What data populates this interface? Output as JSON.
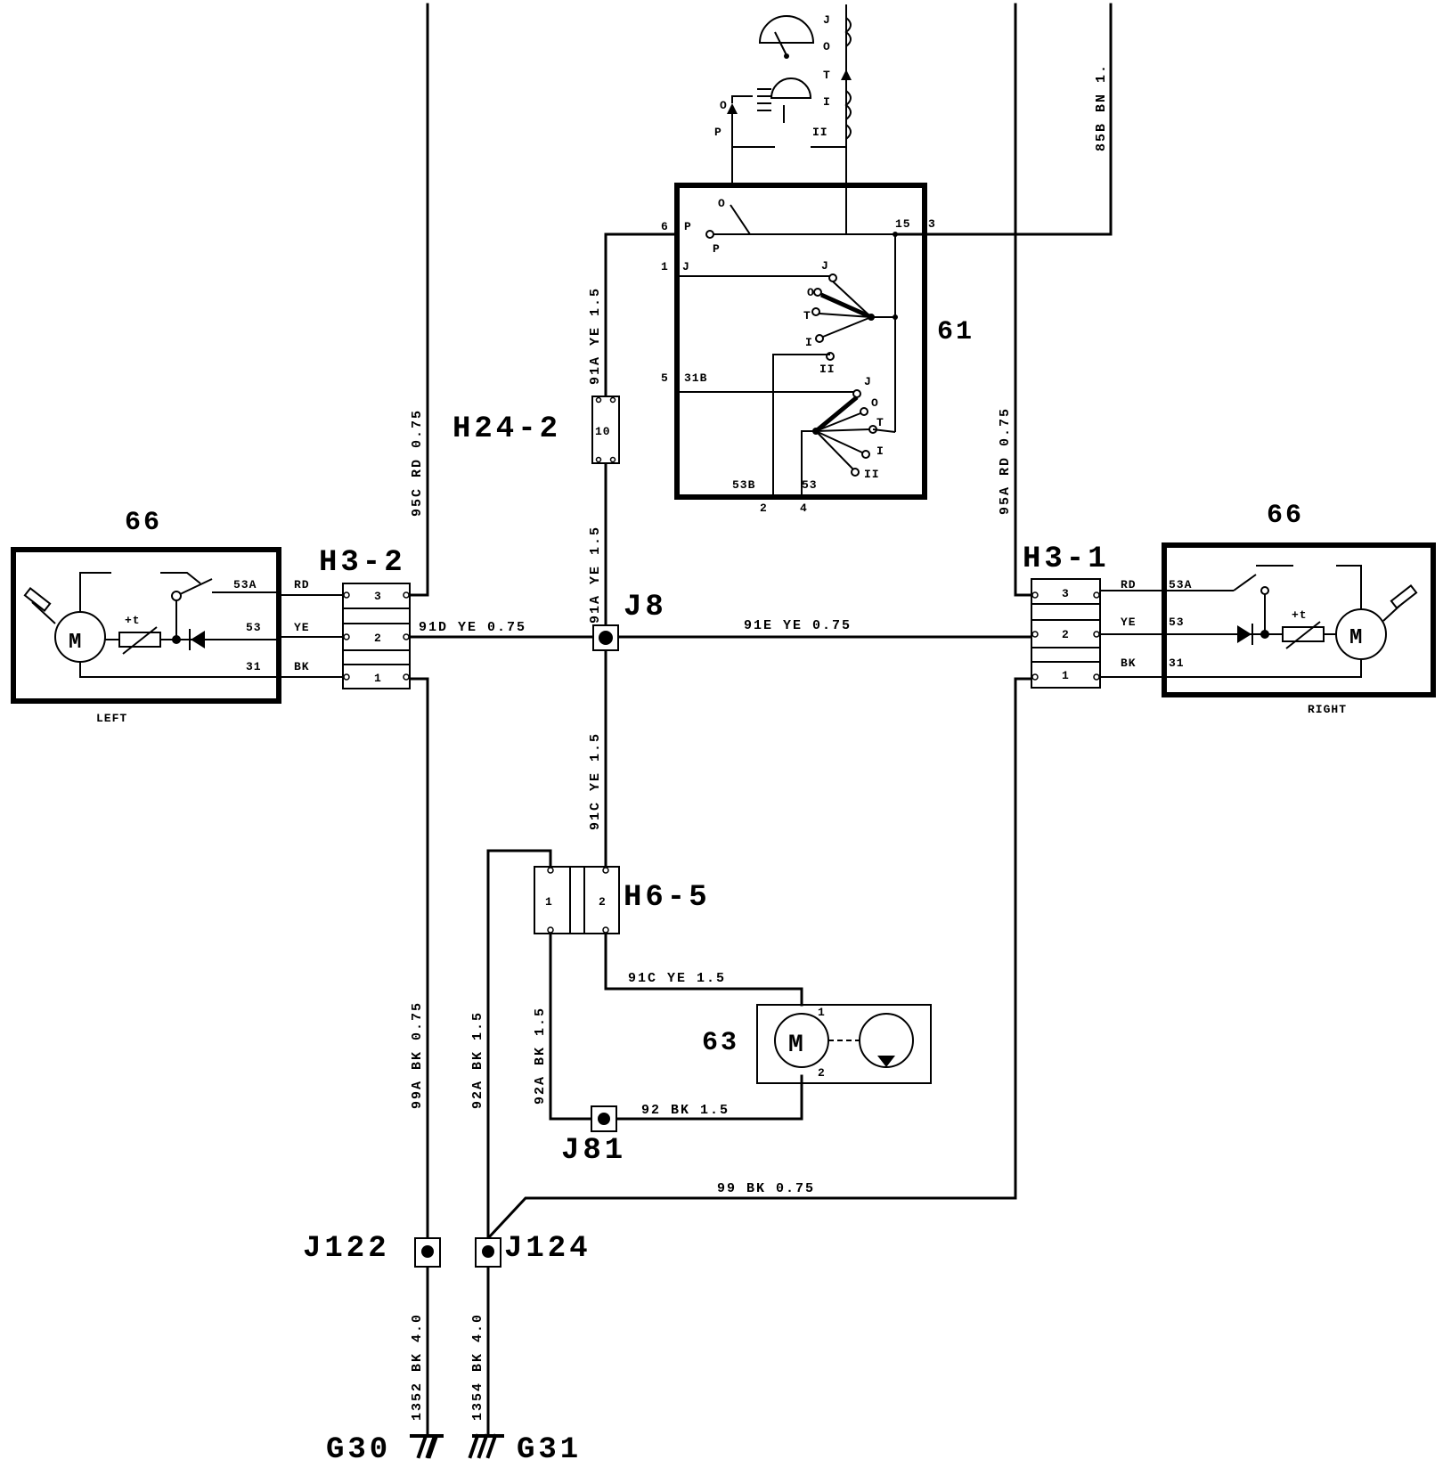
{
  "components": {
    "wiper_motor_left": {
      "id": "66",
      "label": "LEFT",
      "pins": [
        "53A",
        "53",
        "31"
      ],
      "wires": [
        "RD",
        "YE",
        "BK"
      ],
      "motor": "M",
      "thermal": "+t"
    },
    "wiper_motor_right": {
      "id": "66",
      "label": "RIGHT",
      "pins": [
        "53A",
        "53",
        "31"
      ],
      "wires": [
        "RD",
        "YE",
        "BK"
      ],
      "motor": "M",
      "thermal": "+t"
    },
    "wiper_switch": {
      "id": "61",
      "pins": [
        "6",
        "1",
        "5",
        "15",
        "3",
        "2",
        "4"
      ],
      "terms": [
        "P",
        "J",
        "31B",
        "53B",
        "53"
      ],
      "positions": [
        "O",
        "P",
        "J",
        "T",
        "I",
        "II"
      ]
    },
    "washer_pump": {
      "id": "63",
      "motor": "M",
      "pins": [
        "1",
        "2"
      ]
    }
  },
  "connectors": {
    "h3_2": {
      "label": "H3-2",
      "pins": [
        "3",
        "2",
        "1"
      ]
    },
    "h3_1": {
      "label": "H3-1",
      "pins": [
        "3",
        "2",
        "1"
      ]
    },
    "h24_2": {
      "label": "H24-2",
      "pin": "10"
    },
    "h6_5": {
      "label": "H6-5",
      "pins": [
        "1",
        "2"
      ]
    }
  },
  "junctions": [
    "J8",
    "J81",
    "J122",
    "J124"
  ],
  "grounds": [
    "G30",
    "G31"
  ],
  "wires": {
    "w95c": "95C  RD  0.75",
    "w91a_top": "91A  YE  1.5",
    "w91a_bot": "91A  YE  1.5",
    "w91d": "91D  YE  0.75",
    "w91e": "91E  YE  0.75",
    "w91c_vert": "91C  YE  1.5",
    "w91c_h": "91C YE 1.5",
    "w95a": "95A  RD  0.75",
    "w85b": "85B  BN  1.",
    "w92": "92 BK 1.5",
    "w92a_left": "92A  BK  1.5",
    "w92a_right": "92A  BK  1.5",
    "w99": "99   BK   0.75",
    "w99a": "99A  BK  0.75",
    "w1352": "1352  BK  4.0",
    "w1354": "1354  BK  4.0"
  }
}
